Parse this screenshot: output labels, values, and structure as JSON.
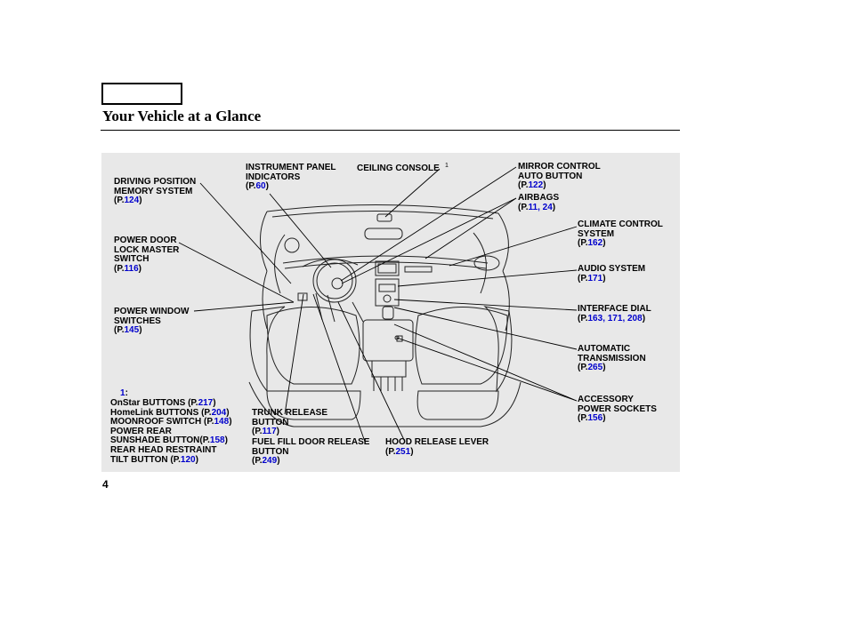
{
  "header": {
    "title": "Your Vehicle at a Glance"
  },
  "page_number": "4",
  "footnote": {
    "marker": "1",
    "items": [
      {
        "name": "OnStar BUTTONS",
        "page": "217"
      },
      {
        "name": "HomeLink BUTTONS",
        "page": "204"
      },
      {
        "name": "MOONROOF SWITCH",
        "page": "148"
      },
      {
        "name": "POWER REAR",
        "page": ""
      },
      {
        "name": "SUNSHADE BUTTON",
        "page": "158"
      },
      {
        "name": "REAR HEAD RESTRAINT",
        "page": ""
      },
      {
        "name": "TILT BUTTON",
        "page": "120"
      }
    ]
  },
  "labels": {
    "driving_position": {
      "l1": "DRIVING POSITION",
      "l2": "MEMORY SYSTEM",
      "page": "124"
    },
    "power_door": {
      "l1": "POWER DOOR",
      "l2": "LOCK MASTER",
      "l3": "SWITCH",
      "page": "116"
    },
    "power_window": {
      "l1": "POWER WINDOW",
      "l2": "SWITCHES",
      "page": "145"
    },
    "instrument_panel": {
      "l1": "INSTRUMENT PANEL",
      "l2": "INDICATORS",
      "page": "60"
    },
    "ceiling_console": {
      "l1": "CEILING CONSOLE",
      "marker": "1"
    },
    "mirror_control": {
      "l1": "MIRROR CONTROL",
      "l2": "AUTO BUTTON",
      "page": "122"
    },
    "airbags": {
      "l1": "AIRBAGS",
      "page1": "11",
      "page2": "24"
    },
    "climate_control": {
      "l1": "CLIMATE CONTROL",
      "l2": "SYSTEM",
      "page": "162"
    },
    "audio_system": {
      "l1": "AUDIO SYSTEM",
      "page": "171"
    },
    "interface_dial": {
      "l1": "INTERFACE DIAL",
      "page1": "163",
      "page2": "171",
      "page3": "208"
    },
    "automatic_transmission": {
      "l1": "AUTOMATIC",
      "l2": "TRANSMISSION",
      "page": "265"
    },
    "accessory_sockets": {
      "l1": "ACCESSORY",
      "l2": "POWER SOCKETS",
      "page": "156"
    },
    "trunk_release": {
      "l1": "TRUNK RELEASE",
      "l2": "BUTTON",
      "page": "117"
    },
    "fuel_fill": {
      "l1": "FUEL FILL DOOR RELEASE",
      "l2": "BUTTON",
      "page": "249"
    },
    "hood_release": {
      "l1": "HOOD RELEASE LEVER",
      "page": "251"
    }
  },
  "ref_prefix": "(P.",
  "ref_suffix": ")",
  "sep": ", "
}
